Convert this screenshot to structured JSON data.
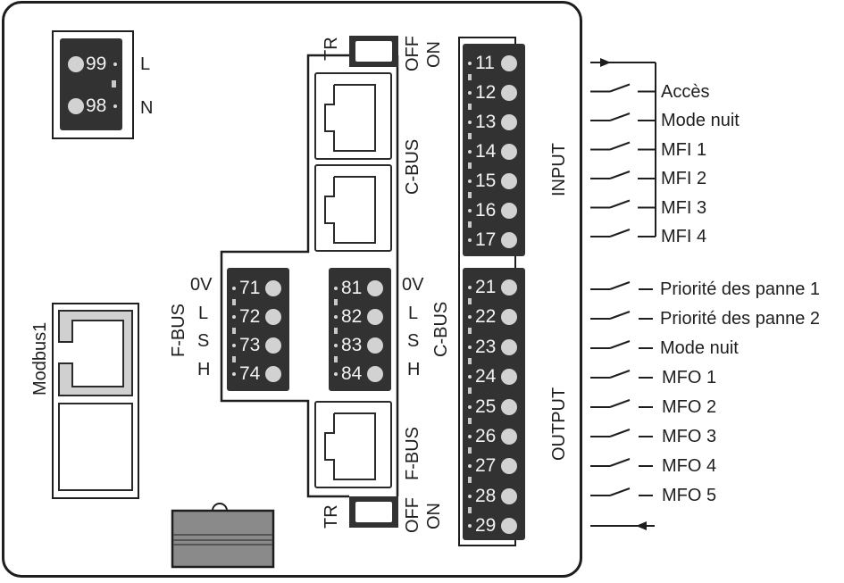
{
  "diagram_title": "",
  "power": {
    "terminals": [
      {
        "number": "99",
        "signal": "L"
      },
      {
        "number": "98",
        "signal": "N"
      }
    ]
  },
  "dip_switches": {
    "top": {
      "tr_label": "TR",
      "off_label": "OFF",
      "on_label": "ON"
    },
    "bottom": {
      "tr_label": "TR",
      "off_label": "OFF",
      "on_label": "ON"
    }
  },
  "rj_ports": {
    "cbus_label": "C-BUS",
    "fbus_label": "F-BUS",
    "modbus_label": "Modbus1"
  },
  "fbus_block": {
    "bus_label": "F-BUS",
    "signals": [
      "0V",
      "L",
      "S",
      "H"
    ],
    "terminals": [
      "71",
      "72",
      "73",
      "74"
    ]
  },
  "cbus_block": {
    "bus_label": "C-BUS",
    "signals": [
      "0V",
      "L",
      "S",
      "H"
    ],
    "terminals": [
      "81",
      "82",
      "83",
      "84"
    ]
  },
  "input_block": {
    "label": "INPUT",
    "terminals": [
      "11",
      "12",
      "13",
      "14",
      "15",
      "16",
      "17"
    ],
    "functions": [
      "Accès",
      "Mode nuit",
      "MFI 1",
      "MFI 2",
      "MFI 3",
      "MFI 4"
    ]
  },
  "output_block": {
    "label": "OUTPUT",
    "terminals": [
      "21",
      "22",
      "23",
      "24",
      "25",
      "26",
      "27",
      "28",
      "29"
    ],
    "functions": [
      "Priorité des panne 1",
      "Priorité des panne 2",
      "Mode nuit",
      "MFO 1",
      "MFO 2",
      "MFO 3",
      "MFO 4",
      "MFO 5"
    ]
  },
  "colors": {
    "terminal_block": "#323232",
    "screw": "#d2d2d2",
    "line": "#1e1e1e",
    "modbus_port_fill": "#d0d0d0",
    "battery_fill": "#8a8a8a"
  }
}
